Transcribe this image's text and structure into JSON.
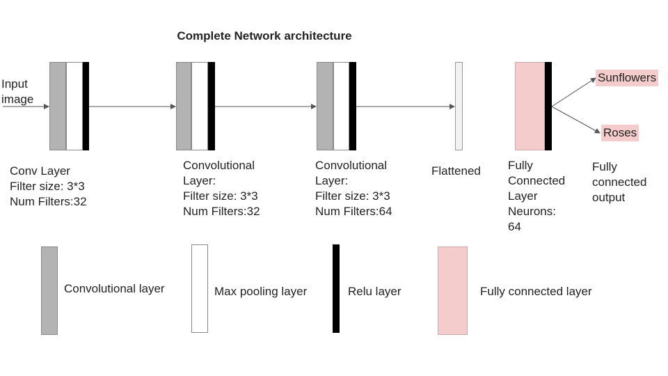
{
  "title": "Complete Network architecture",
  "input_label": "Input\nimage",
  "layers": [
    {
      "name": "conv1",
      "caption": "Conv Layer\nFilter size: 3*3\nNum Filters:32"
    },
    {
      "name": "conv2",
      "caption": "Convolutional\nLayer:\nFilter size: 3*3\nNum Filters:32"
    },
    {
      "name": "conv3",
      "caption": "Convolutional\nLayer:\nFilter size: 3*3\nNum Filters:64"
    },
    {
      "name": "flatten",
      "caption": "Flattened"
    },
    {
      "name": "fc",
      "caption": "Fully\nConnected\nLayer\nNeurons:\n64"
    }
  ],
  "outputs": [
    "Sunflowers",
    "Roses"
  ],
  "output_caption": "Fully\nconnected\noutput",
  "legend": [
    {
      "type": "conv",
      "label": "Convolutional layer"
    },
    {
      "type": "pool",
      "label": "Max pooling layer"
    },
    {
      "type": "relu",
      "label": "Relu layer"
    },
    {
      "type": "fc",
      "label": "Fully connected layer"
    }
  ],
  "colors": {
    "conv": "#b3b3b3",
    "pool": "#ffffff",
    "relu": "#000000",
    "fc": "#f4cccc",
    "arrow": "#555555"
  }
}
